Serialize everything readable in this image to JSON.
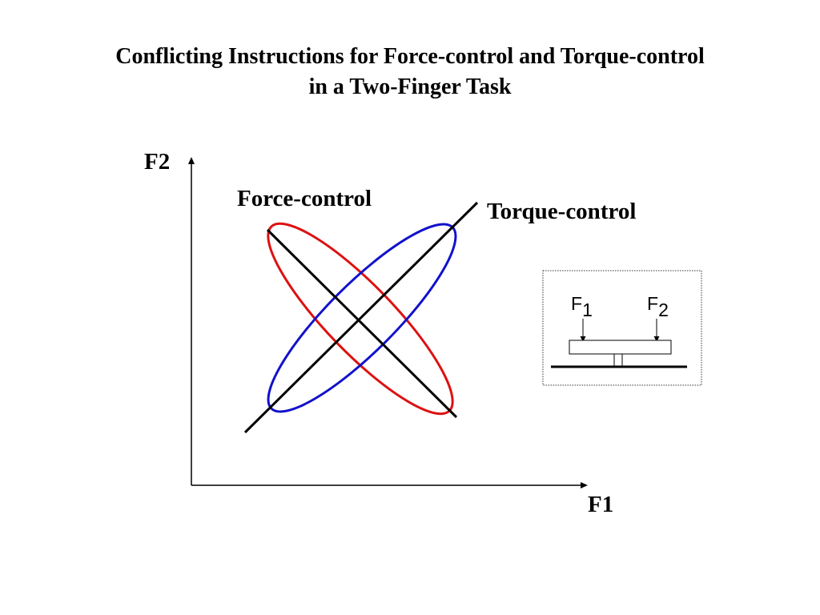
{
  "title": {
    "line1": "Conflicting Instructions for Force-control and Torque-control",
    "line2": "in a Two-Finger Task"
  },
  "axes": {
    "y_label": "F2",
    "x_label": "F1"
  },
  "lines": {
    "force_control_label": "Force-control",
    "torque_control_label": "Torque-control"
  },
  "ellipses": {
    "force_control_color": "#dd1111",
    "torque_control_color": "#1111cc"
  },
  "inset": {
    "f1_main": "F",
    "f1_sub": "1",
    "f2_main": "F",
    "f2_sub": "2"
  }
}
